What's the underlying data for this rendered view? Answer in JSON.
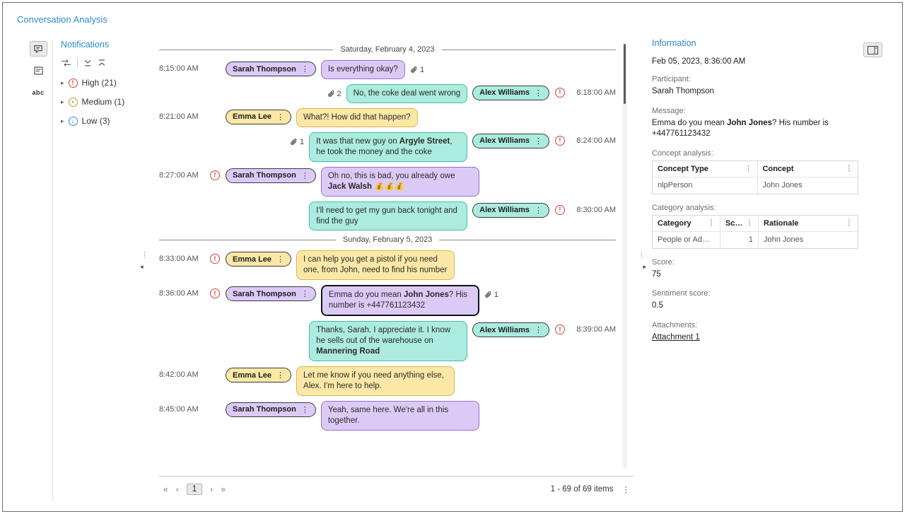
{
  "accent_color": "#2a8cc6",
  "alert_color": "#cf4537",
  "page_title": "Conversation Analysis",
  "left_rail": {
    "icons": [
      {
        "name": "conversation-view-icon",
        "selected": true
      },
      {
        "name": "entities-view-icon",
        "selected": false
      },
      {
        "name": "text-view-icon",
        "label": "abc",
        "selected": false
      }
    ]
  },
  "notifications": {
    "title": "Notifications",
    "toolbar_icons": [
      "sort-flow-icon",
      "collapse-all-icon",
      "expand-all-icon"
    ],
    "groups": [
      {
        "label": "High (21)",
        "severity": "high",
        "color": "#cf4537",
        "glyph": "!"
      },
      {
        "label": "Medium (1)",
        "severity": "medium",
        "color": "#b3a032",
        "glyph": "•"
      },
      {
        "label": "Low (3)",
        "severity": "low",
        "color": "#3d7fd0",
        "glyph": "↓"
      }
    ]
  },
  "conversation": {
    "senders": {
      "sarah": {
        "name": "Sarah Thompson",
        "fill": "#dccaf6",
        "border": "#8f74d2"
      },
      "emma": {
        "name": "Emma Lee",
        "fill": "#fbe8a6",
        "border": "#d8b84e"
      },
      "alex": {
        "name": "Alex Williams",
        "fill": "#abecdf",
        "border": "#41bcab"
      }
    },
    "days": [
      {
        "date": "Saturday, February 4, 2023",
        "messages": [
          {
            "time": "8:15:00 AM",
            "side": "left",
            "sender": "sarah",
            "alert": false,
            "parts": [
              {
                "t": "Is everything okay?"
              }
            ],
            "attachments": 1
          },
          {
            "time": "8:18:00 AM",
            "side": "right",
            "sender": "alex",
            "alert": true,
            "parts": [
              {
                "t": "No, the coke deal went wrong"
              }
            ],
            "attachments": 2
          },
          {
            "time": "8:21:00 AM",
            "side": "left",
            "sender": "emma",
            "alert": false,
            "parts": [
              {
                "t": "What?! How did that happen?"
              }
            ]
          },
          {
            "time": "8:24:00 AM",
            "side": "right",
            "sender": "alex",
            "alert": true,
            "parts": [
              {
                "t": "It was that new guy on "
              },
              {
                "t": "Argyle Street",
                "b": true
              },
              {
                "t": ", he took the money and the coke"
              }
            ],
            "attachments": 1
          },
          {
            "time": "8:27:00 AM",
            "side": "left",
            "sender": "sarah",
            "alert": true,
            "parts": [
              {
                "t": "Oh no, this is bad, you already owe "
              },
              {
                "t": "Jack Walsh",
                "b": true
              },
              {
                "t": " 💰💰💰"
              }
            ]
          },
          {
            "time": "8:30:00 AM",
            "side": "right",
            "sender": "alex",
            "alert": true,
            "parts": [
              {
                "t": "I'll need to get my gun back tonight and find the guy"
              }
            ]
          }
        ]
      },
      {
        "date": "Sunday, February 5, 2023",
        "messages": [
          {
            "time": "8:33:00 AM",
            "side": "left",
            "sender": "emma",
            "alert": true,
            "parts": [
              {
                "t": "I can help you get a pistol if you need one, from John, need to find his number"
              }
            ]
          },
          {
            "time": "8:36:00 AM",
            "side": "left",
            "sender": "sarah",
            "alert": true,
            "selected": true,
            "parts": [
              {
                "t": "Emma do you mean "
              },
              {
                "t": "John Jones",
                "b": true
              },
              {
                "t": "? His number is +447761123432"
              }
            ],
            "attachments": 1
          },
          {
            "time": "8:39:00 AM",
            "side": "right",
            "sender": "alex",
            "alert": true,
            "parts": [
              {
                "t": "Thanks, Sarah. I appreciate it. I know he sells out of the warehouse on "
              },
              {
                "t": "Mannering Road",
                "b": true
              }
            ]
          },
          {
            "time": "8:42:00 AM",
            "side": "left",
            "sender": "emma",
            "alert": false,
            "parts": [
              {
                "t": "Let me know if you need anything else, Alex. I'm here to help."
              }
            ]
          },
          {
            "time": "8:45:00 AM",
            "side": "left",
            "sender": "sarah",
            "alert": false,
            "parts": [
              {
                "t": "Yeah, same here. We're all in this together."
              }
            ]
          }
        ]
      }
    ],
    "pagination": {
      "first": "«",
      "prev": "‹",
      "page": "1",
      "next": "›",
      "last": "»",
      "summary": "1 - 69 of 69 items"
    }
  },
  "information": {
    "title": "Information",
    "timestamp": "Feb 05, 2023, 8:36:00 AM",
    "participant_label": "Participant:",
    "participant": "Sarah Thompson",
    "message_label": "Message:",
    "message_parts": [
      {
        "t": "Emma do you mean "
      },
      {
        "t": "John Jones",
        "b": true
      },
      {
        "t": "? His number is +447761123432"
      }
    ],
    "concept_analysis": {
      "label": "Concept analysis:",
      "columns": [
        "Concept Type",
        "Concept"
      ],
      "rows": [
        [
          "nlpPerson",
          "John Jones"
        ]
      ]
    },
    "category_analysis": {
      "label": "Category analysis:",
      "columns": [
        "Category",
        "Score",
        "Rationale"
      ],
      "rows": [
        [
          "People or Ad…",
          "1",
          "John Jones"
        ]
      ]
    },
    "score_label": "Score:",
    "score": "75",
    "sentiment_label": "Sentiment score:",
    "sentiment": "0.5",
    "attachments_label": "Attachments:",
    "attachment_link": "Attachment 1"
  }
}
